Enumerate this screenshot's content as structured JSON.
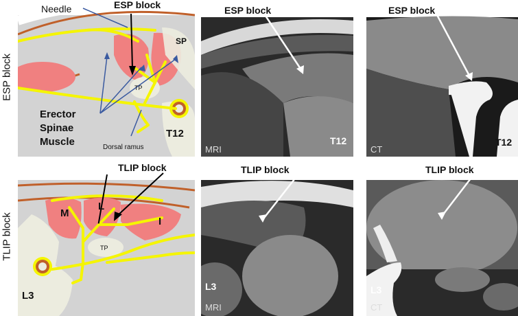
{
  "row_labels": {
    "top": "ESP block",
    "bottom": "TLIP block"
  },
  "top_row": {
    "diagram": {
      "needle_label": "Needle",
      "block_label": "ESP block",
      "sp_label": "SP",
      "tp_label": "TP",
      "muscle_label_line1": "Erector",
      "muscle_label_line2": "Spinae",
      "muscle_label_line3": "Muscle",
      "dorsal_ramus_label": "Dorsal ramus",
      "vertebra_label": "T12"
    },
    "mri": {
      "block_label": "ESP block",
      "modality_label": "MRI",
      "vertebra_label": "T12"
    },
    "ct": {
      "block_label": "ESP block",
      "modality_label": "CT",
      "vertebra_label": "T12"
    }
  },
  "bottom_row": {
    "diagram": {
      "block_label": "TLIP block",
      "m_label": "M",
      "l_label": "L",
      "i_label": "I",
      "tp_label": "TP",
      "vertebra_label": "L3"
    },
    "mri": {
      "block_label": "TLIP block",
      "modality_label": "MRI",
      "vertebra_label": "L3"
    },
    "ct": {
      "block_label": "TLIP block",
      "modality_label": "CT",
      "vertebra_label": "L3"
    }
  },
  "colors": {
    "background_gray": "#d3d3d3",
    "muscle_pink": "#f08080",
    "nerve_yellow": "#f5f500",
    "skin_brown": "#c0602a",
    "arrow_blue": "#3a5aa0",
    "bone_light": "#ececdf"
  }
}
